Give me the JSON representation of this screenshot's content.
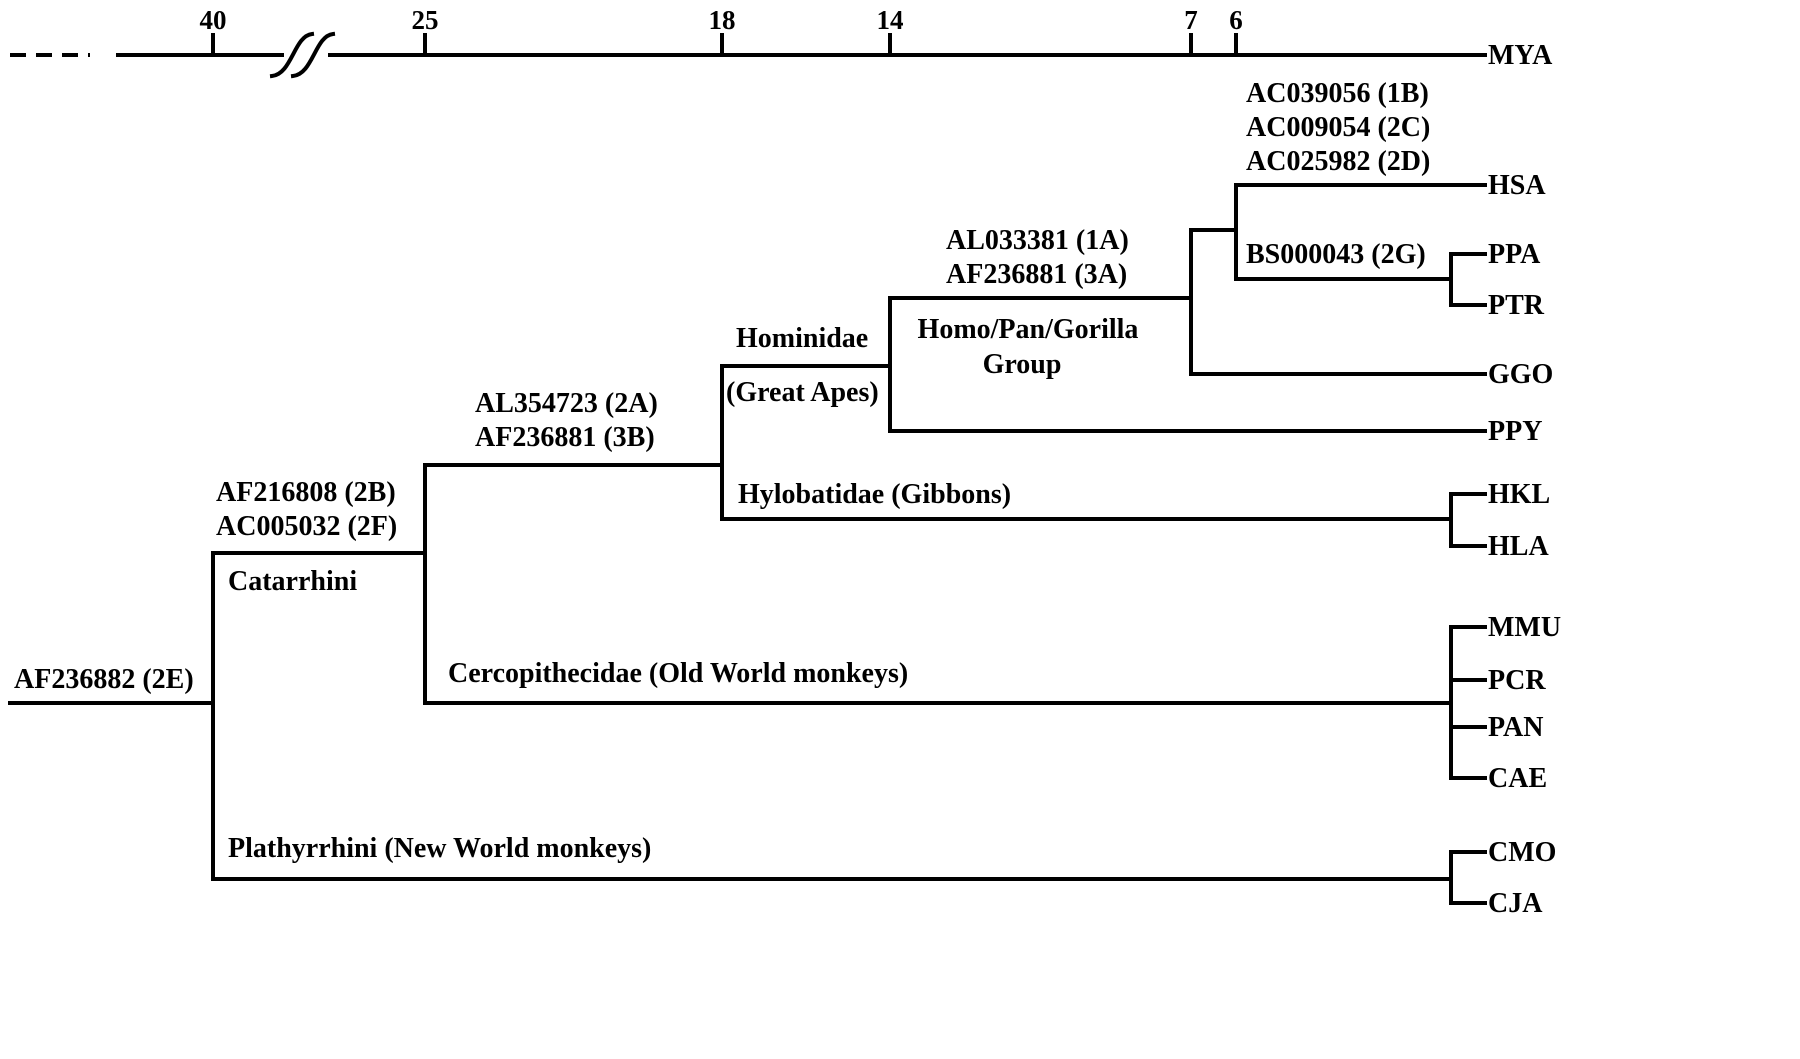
{
  "axis": {
    "unit": "MYA",
    "ticks": [
      "40",
      "25",
      "18",
      "14",
      "7",
      "6"
    ]
  },
  "taxa": {
    "hsa": "HSA",
    "ppa": "PPA",
    "ptr": "PTR",
    "ggo": "GGO",
    "ppy": "PPY",
    "hkl": "HKL",
    "hla": "HLA",
    "mmu": "MMU",
    "pcr": "PCR",
    "pan": "PAN",
    "cae": "CAE",
    "cmo": "CMO",
    "cja": "CJA"
  },
  "clades": {
    "catarrhini": "Catarrhini",
    "hominidae": "Hominidae",
    "great_apes": "(Great Apes)",
    "homo_pan_gorilla_1": "Homo/Pan/Gorilla",
    "homo_pan_gorilla_2": "Group",
    "hylobatidae": "Hylobatidae (Gibbons)",
    "cercopithecidae": "Cercopithecidae (Old World monkeys)",
    "platyrrhini": "Plathyrrhini (New World monkeys)"
  },
  "accessions": {
    "root": "AF236882 (2E)",
    "catarrhini_1": "AF216808 (2B)",
    "catarrhini_2": "AC005032 (2F)",
    "apes_1": "AL354723 (2A)",
    "apes_2": "AF236881 (3B)",
    "hpg_1": "AL033381 (1A)",
    "hpg_2": "AF236881 (3A)",
    "human_1": "AC039056 (1B)",
    "human_2": "AC009054 (2C)",
    "human_3": "AC025982 (2D)",
    "pan": "BS000043 (2G)"
  }
}
